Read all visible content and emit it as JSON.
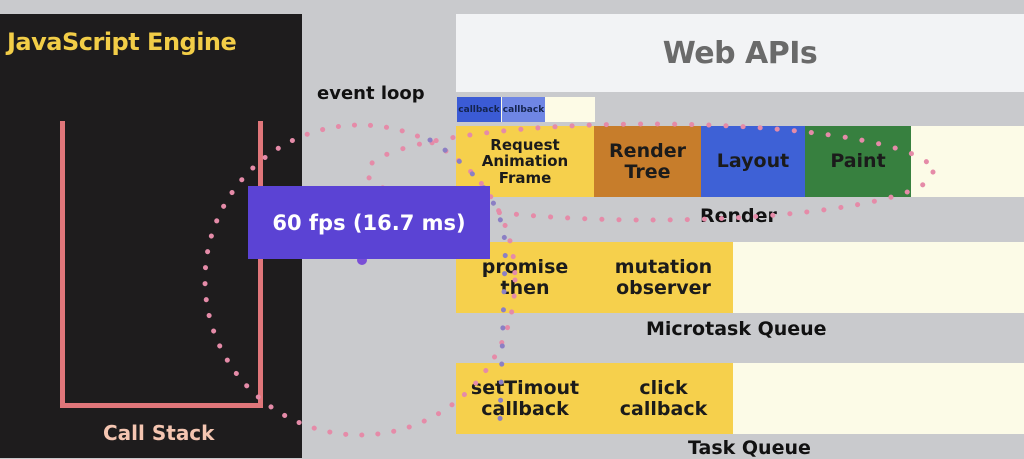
{
  "engine": {
    "title": "JavaScript Engine",
    "call_stack_label": "Call Stack"
  },
  "event_loop_label": "event loop",
  "fps_label": "60 fps (16.7 ms)",
  "web_apis": {
    "title": "Web APIs",
    "callbacks": [
      "callback",
      "callback"
    ]
  },
  "render": {
    "items": [
      "Request Animation Frame",
      "Render Tree",
      "Layout",
      "Paint"
    ],
    "label": "Render"
  },
  "microtask": {
    "items": [
      "promise then",
      "mutation observer"
    ],
    "label": "Microtask Queue"
  },
  "task": {
    "items": [
      "setTimout callback",
      "click callback"
    ],
    "label": "Task Queue"
  },
  "colors": {
    "engine_bg": "#1e1c1d",
    "engine_title": "#f2cd47",
    "call_stack": "#e0767a",
    "fps_box": "#5b43d4",
    "queue_yellow": "#f6d04c",
    "render_tree": "#c77d2b",
    "layout": "#3e61d6",
    "paint": "#37803f",
    "loop_dots_pink": "#e58ba8",
    "loop_dots_purple": "#8b7fc4"
  }
}
